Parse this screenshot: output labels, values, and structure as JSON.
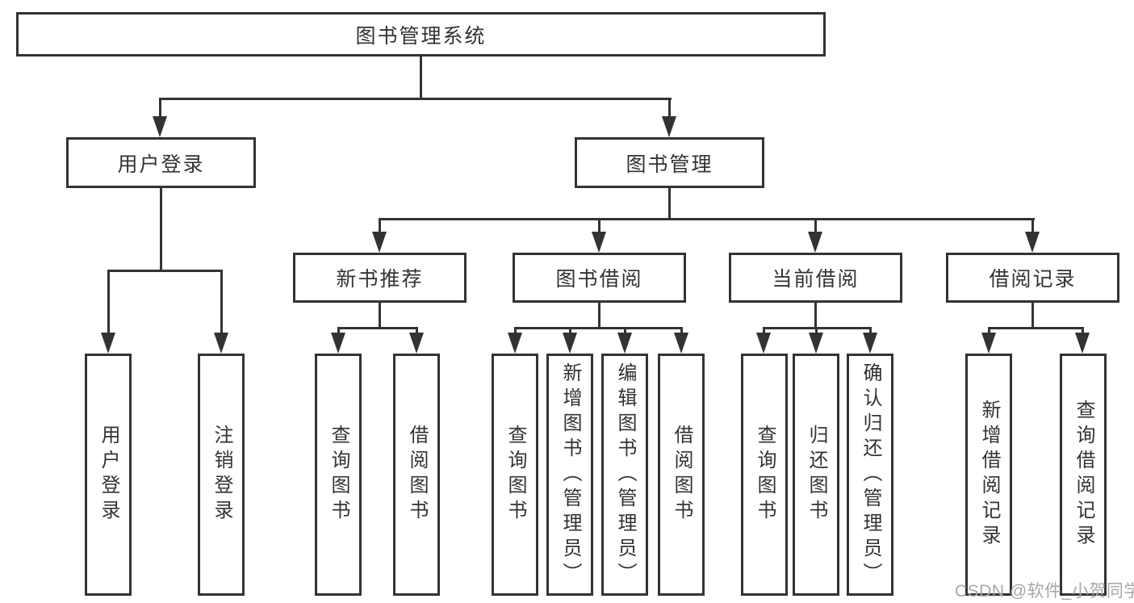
{
  "colors": {
    "line": "#333333",
    "text": "#333333",
    "watermark": "#a8a8a8",
    "background": "#ffffff"
  },
  "watermark": "CSDN @软件_小贺同学",
  "diagram": {
    "root": {
      "label": "图书管理系统",
      "children": [
        {
          "label": "用户登录",
          "children": [
            {
              "label": "用户登录"
            },
            {
              "label": "注销登录"
            }
          ]
        },
        {
          "label": "图书管理",
          "children": [
            {
              "label": "新书推荐",
              "children": [
                {
                  "label": "查询图书"
                },
                {
                  "label": "借阅图书"
                }
              ]
            },
            {
              "label": "图书借阅",
              "children": [
                {
                  "label": "查询图书"
                },
                {
                  "label": "新增图书（管理员）"
                },
                {
                  "label": "编辑图书（管理员）"
                },
                {
                  "label": "借阅图书"
                }
              ]
            },
            {
              "label": "当前借阅",
              "children": [
                {
                  "label": "查询图书"
                },
                {
                  "label": "归还图书"
                },
                {
                  "label": "确认归还（管理员）"
                }
              ]
            },
            {
              "label": "借阅记录",
              "children": [
                {
                  "label": "新增借阅记录"
                },
                {
                  "label": "查询借阅记录"
                }
              ]
            }
          ]
        }
      ]
    }
  }
}
